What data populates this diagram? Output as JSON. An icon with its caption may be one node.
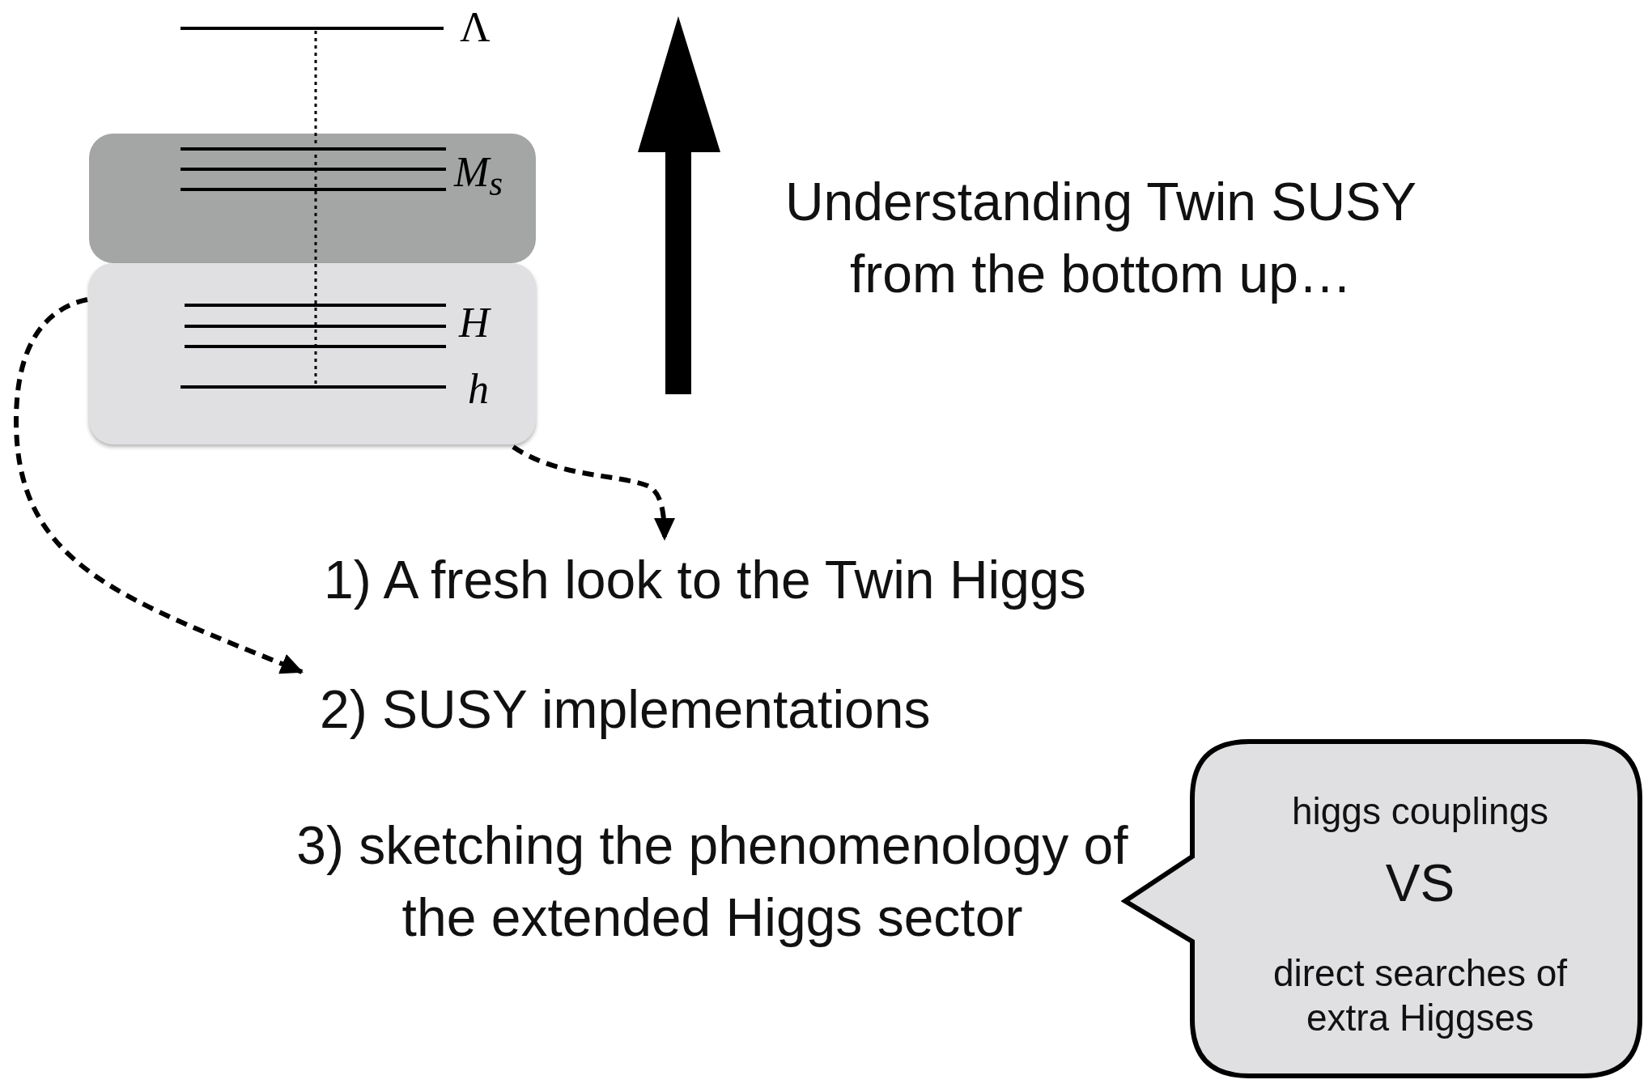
{
  "diagram": {
    "nodes": [
      {
        "text": [
          "M$_{s}$"
        ]
      },
      {
        "text": [
          "H",
          "h"
        ]
      },
      {
        "text": [
          "1) A fresh look to the Twin Higgs"
        ]
      },
      {
        "text": [
          "2) SUSY implementations"
        ]
      },
      {
        "text": [
          "higgs couplings",
          "VS",
          "direct searches of extra Higgses"
        ]
      }
    ],
    "edges": [
      {
        "from": 1,
        "to": 2,
        "arrow": "to",
        "style": "dashed"
      },
      {
        "from": 1,
        "to": 3,
        "arrow": "to",
        "style": "dashed"
      }
    ],
    "labels": [
      "Λ",
      "Understanding Twin SUSY from the bottom up…",
      "3) sketching the phenomenology of the extended Higgs sector"
    ]
  }
}
